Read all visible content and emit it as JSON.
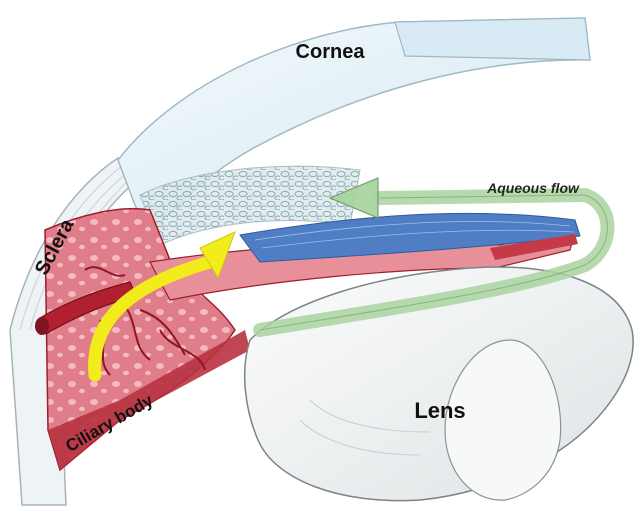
{
  "labels": {
    "cornea": "Cornea",
    "sclera": "Sclera",
    "aqueous_flow": "Aqueous flow",
    "lens": "Lens",
    "ciliary_body": "Ciliary body"
  },
  "colors": {
    "cornea_fill": "#e6f2f8",
    "cornea_edge": "#9fb8c6",
    "sclera_fill": "#eef3f6",
    "tissue_red": "#d96a78",
    "tissue_dark": "#9c1f2c",
    "iris_blue": "#4f7ec4",
    "lens_fill": "#f1f3f4",
    "aqueous_arrow": "#a9d4a0",
    "ciliary_arrow": "#f2ec1a"
  }
}
